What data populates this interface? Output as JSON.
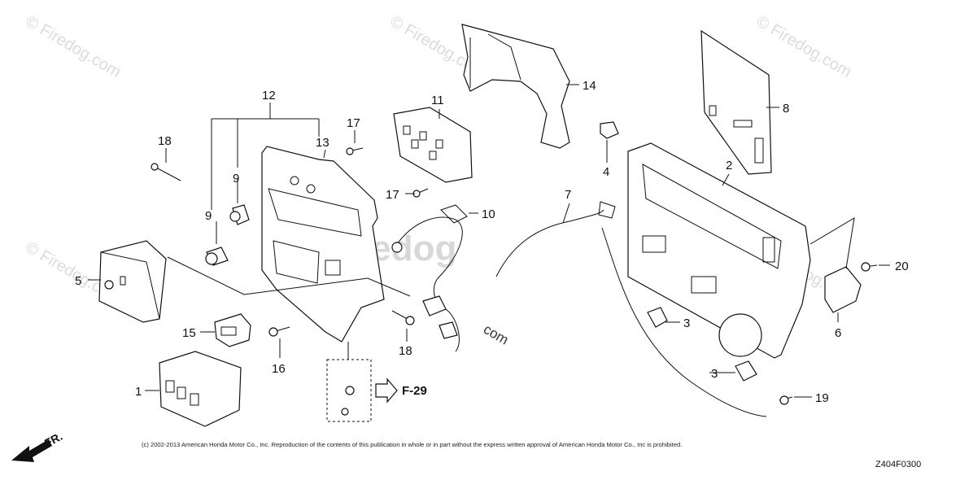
{
  "callouts": {
    "c1": "1",
    "c2": "2",
    "c3a": "3",
    "c3b": "3",
    "c4": "4",
    "c5": "5",
    "c6": "6",
    "c7": "7",
    "c8": "8",
    "c9a": "9",
    "c9b": "9",
    "c10": "10",
    "c11": "11",
    "c12": "12",
    "c13": "13",
    "c14": "14",
    "c15": "15",
    "c16": "16",
    "c17a": "17",
    "c17b": "17",
    "c18a": "18",
    "c18b": "18",
    "c19": "19",
    "c20": "20"
  },
  "figure_reference": "F-29",
  "direction_label": "FR.",
  "copyright": "(c) 2002-2013 American Honda Motor Co., Inc. Reproduction of the contents of this publication in whole or in part without the express written approval of American Honda Motor Co., Inc is prohibited.",
  "diagram_code": "Z404F0300",
  "watermark": {
    "text": "© Firedog.com",
    "center_text": "Firedog",
    "center_suffix": "com"
  }
}
